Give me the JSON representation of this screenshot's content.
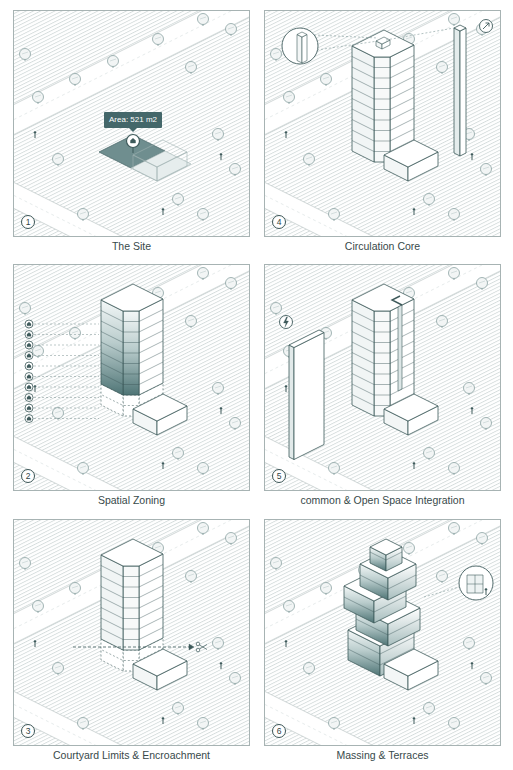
{
  "diagram": {
    "nodes": [
      {
        "text": [
          "The Site"
        ]
      },
      {
        "text": [
          "1"
        ],
        "in": 0
      },
      {
        "text": [
          "Area: 521 m2"
        ],
        "in": 0
      },
      {
        "text": [
          "Spatial Zoning"
        ]
      },
      {
        "text": [
          "2"
        ],
        "in": 3
      },
      {
        "text": [
          "Courtyard Limits & Encroachment"
        ]
      },
      {
        "text": [
          "3"
        ],
        "in": 5
      },
      {
        "text": [
          "Circulation Core"
        ]
      },
      {
        "text": [
          "4"
        ],
        "in": 7
      },
      {
        "text": [
          "common & Open Space Integration"
        ]
      },
      {
        "text": [
          "5"
        ],
        "in": 9
      },
      {
        "text": [
          "Massing & Terraces"
        ]
      },
      {
        "text": [
          "6"
        ],
        "in": 11
      }
    ]
  }
}
